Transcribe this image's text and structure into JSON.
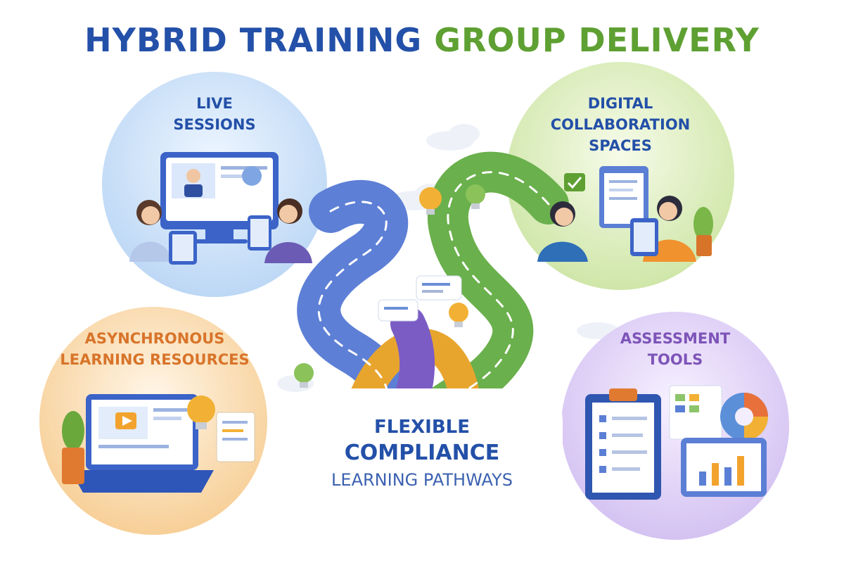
{
  "title": {
    "part1": "HYBRID TRAINING",
    "part2": "GROUP DELIVERY"
  },
  "colors": {
    "blue": "#2350a8",
    "green": "#5ea032",
    "purple": "#7d54b8",
    "orange": "#d8742a",
    "road_blue": "#5d7fd6",
    "road_green": "#6ab04c",
    "road_purple": "#7b5cc4",
    "road_orange": "#e8a52e"
  },
  "sections": {
    "live": {
      "lines": [
        "LIVE",
        "SESSIONS"
      ]
    },
    "digital": {
      "lines": [
        "DIGITAL",
        "COLLABORATION",
        "SPACES"
      ]
    },
    "async": {
      "lines": [
        "ASYNCHRONOUS",
        "LEARNING RESOURCES"
      ]
    },
    "assessment": {
      "lines": [
        "ASSESSMENT",
        "TOOLS"
      ]
    }
  },
  "center": {
    "line1": "FLEXIBLE",
    "line2": "COMPLIANCE",
    "line3": "LEARNING PATHWAYS"
  },
  "icons": {
    "live": [
      "video-call-monitor-icon",
      "person-icon",
      "tablet-icon"
    ],
    "digital": [
      "clipboard-icon",
      "person-icon",
      "tablet-icon",
      "checkmark-icon"
    ],
    "async": [
      "laptop-icon",
      "play-button-icon",
      "lightbulb-icon",
      "plant-icon",
      "document-icon"
    ],
    "assessment": [
      "checklist-clipboard-icon",
      "pie-chart-icon",
      "bar-chart-icon",
      "tablet-icon"
    ],
    "road": [
      "lightbulb-icon",
      "chat-bubble-icon"
    ]
  }
}
